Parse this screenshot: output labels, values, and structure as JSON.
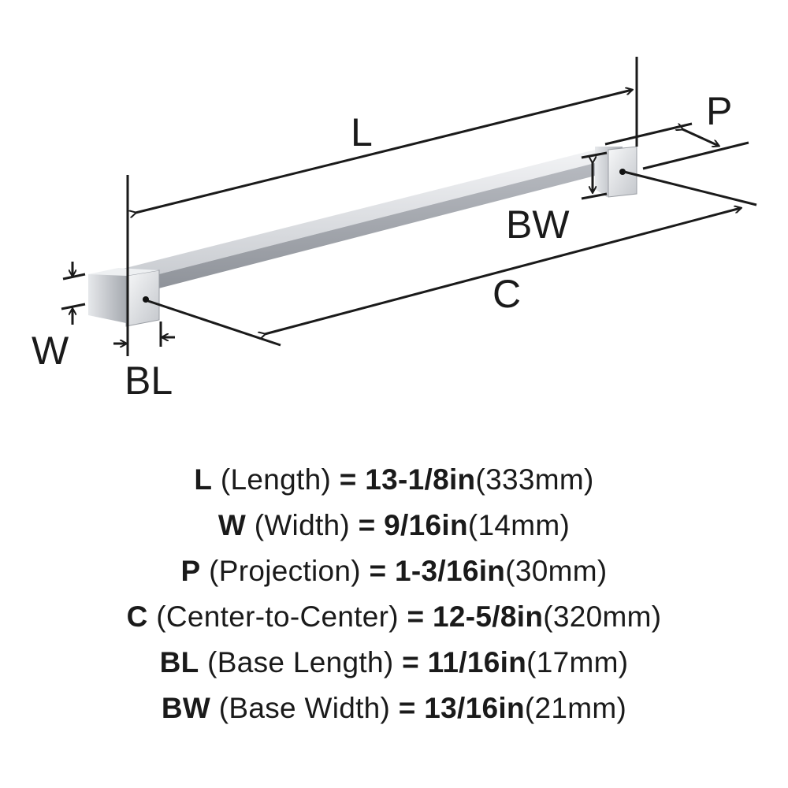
{
  "diagram": {
    "labels": {
      "L": "L",
      "P": "P",
      "BW": "BW",
      "C": "C",
      "W": "W",
      "BL": "BL"
    }
  },
  "specs": [
    {
      "abbr": "L",
      "desc": "(Length)",
      "eq": "=",
      "imperial": "13-1/8in",
      "metric": "(333mm)"
    },
    {
      "abbr": "W",
      "desc": "(Width)",
      "eq": "=",
      "imperial": "9/16in",
      "metric": "(14mm)"
    },
    {
      "abbr": "P",
      "desc": "(Projection)",
      "eq": "=",
      "imperial": "1-3/16in",
      "metric": "(30mm)"
    },
    {
      "abbr": "C",
      "desc": "(Center-to-Center)",
      "eq": "=",
      "imperial": "12-5/8in",
      "metric": "(320mm)"
    },
    {
      "abbr": "BL",
      "desc": "(Base Length)",
      "eq": "=",
      "imperial": "11/16in",
      "metric": "(17mm)"
    },
    {
      "abbr": "BW",
      "desc": "(Base Width)",
      "eq": "=",
      "imperial": "13/16in",
      "metric": "(21mm)"
    }
  ]
}
